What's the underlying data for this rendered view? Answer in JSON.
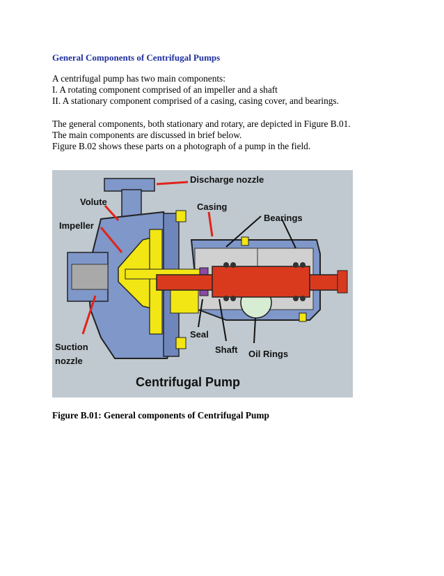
{
  "heading": "General Components of Centrifugal Pumps",
  "intro": {
    "line1": "A centrifugal pump has two main components:",
    "line2": "I.   A rotating component comprised of an impeller and a shaft",
    "line3": "II. A stationary component comprised of a casing, casing cover, and bearings."
  },
  "para2": {
    "line1": "The general components, both stationary and rotary, are depicted in Figure B.01.",
    "line2": "The main components are discussed in brief below.",
    "line3": "Figure B.02 shows these parts on a photograph of a pump in the field."
  },
  "figure": {
    "labels": {
      "discharge": "Discharge nozzle",
      "volute": "Volute",
      "casing": "Casing",
      "impeller": "Impeller",
      "bearings": "Bearings",
      "seal": "Seal",
      "shaft": "Shaft",
      "oil_rings": "Oil Rings",
      "suction1": "Suction",
      "suction2": "nozzle",
      "title": "Centrifugal Pump"
    },
    "colors": {
      "casing": "#7f97c9",
      "impeller": "#f2e614",
      "shaft": "#d93a1e",
      "background": "#bfc9cf",
      "arrow": "#e2231a"
    }
  },
  "caption": "Figure B.01: General components of Centrifugal Pump"
}
